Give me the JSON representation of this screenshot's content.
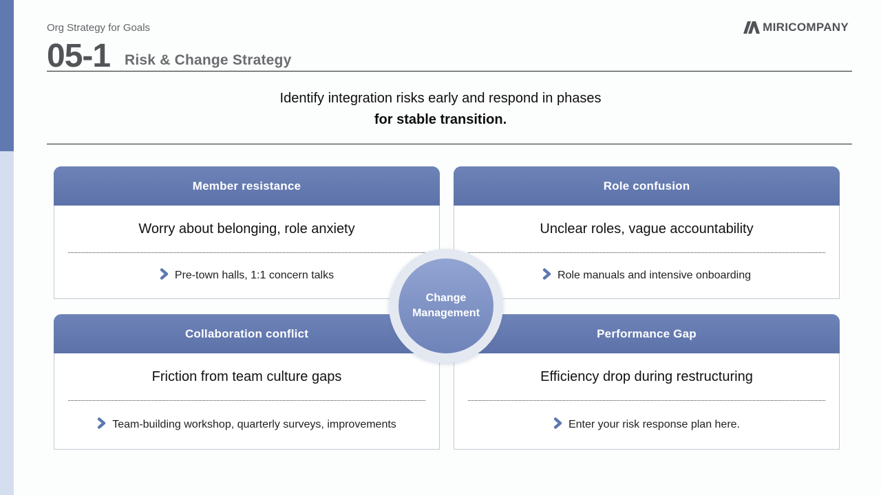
{
  "page": {
    "eyebrow": "Org Strategy for Goals",
    "section_number": "05-1",
    "section_title": "Risk & Change Strategy",
    "subtitle_line1": "Identify integration risks early and respond in phases",
    "subtitle_line2": "for stable transition.",
    "brand": "MIRICOMPANY"
  },
  "center_badge": {
    "line1": "Change",
    "line2": "Management"
  },
  "cards": [
    {
      "title": "Member resistance",
      "risk": "Worry about belonging, role anxiety",
      "response": "Pre-town halls, 1:1 concern talks"
    },
    {
      "title": "Role confusion",
      "risk": "Unclear roles, vague accountability",
      "response": "Role manuals and intensive onboarding"
    },
    {
      "title": "Collaboration conflict",
      "risk": "Friction from team culture gaps",
      "response": "Team-building workshop, quarterly surveys, improvements"
    },
    {
      "title": "Performance Gap",
      "risk": "Efficiency drop during restructuring",
      "response": "Enter your risk response plan here."
    }
  ],
  "icons": {
    "bullet": "chevron-right",
    "logo_mark": "double-slash-mark"
  },
  "colors": {
    "card_header_blue": "#6379AE",
    "edge_bar_blue": "#6079B1",
    "edge_stripe_blue": "#D5DEEE",
    "circle_ring": "#E4E9F1",
    "circle_fill_top": "#92A4D2",
    "circle_fill_bottom": "#6E83B9",
    "chevron_blue": "#5E77B0",
    "rule_dark": "#1C1C1C"
  }
}
